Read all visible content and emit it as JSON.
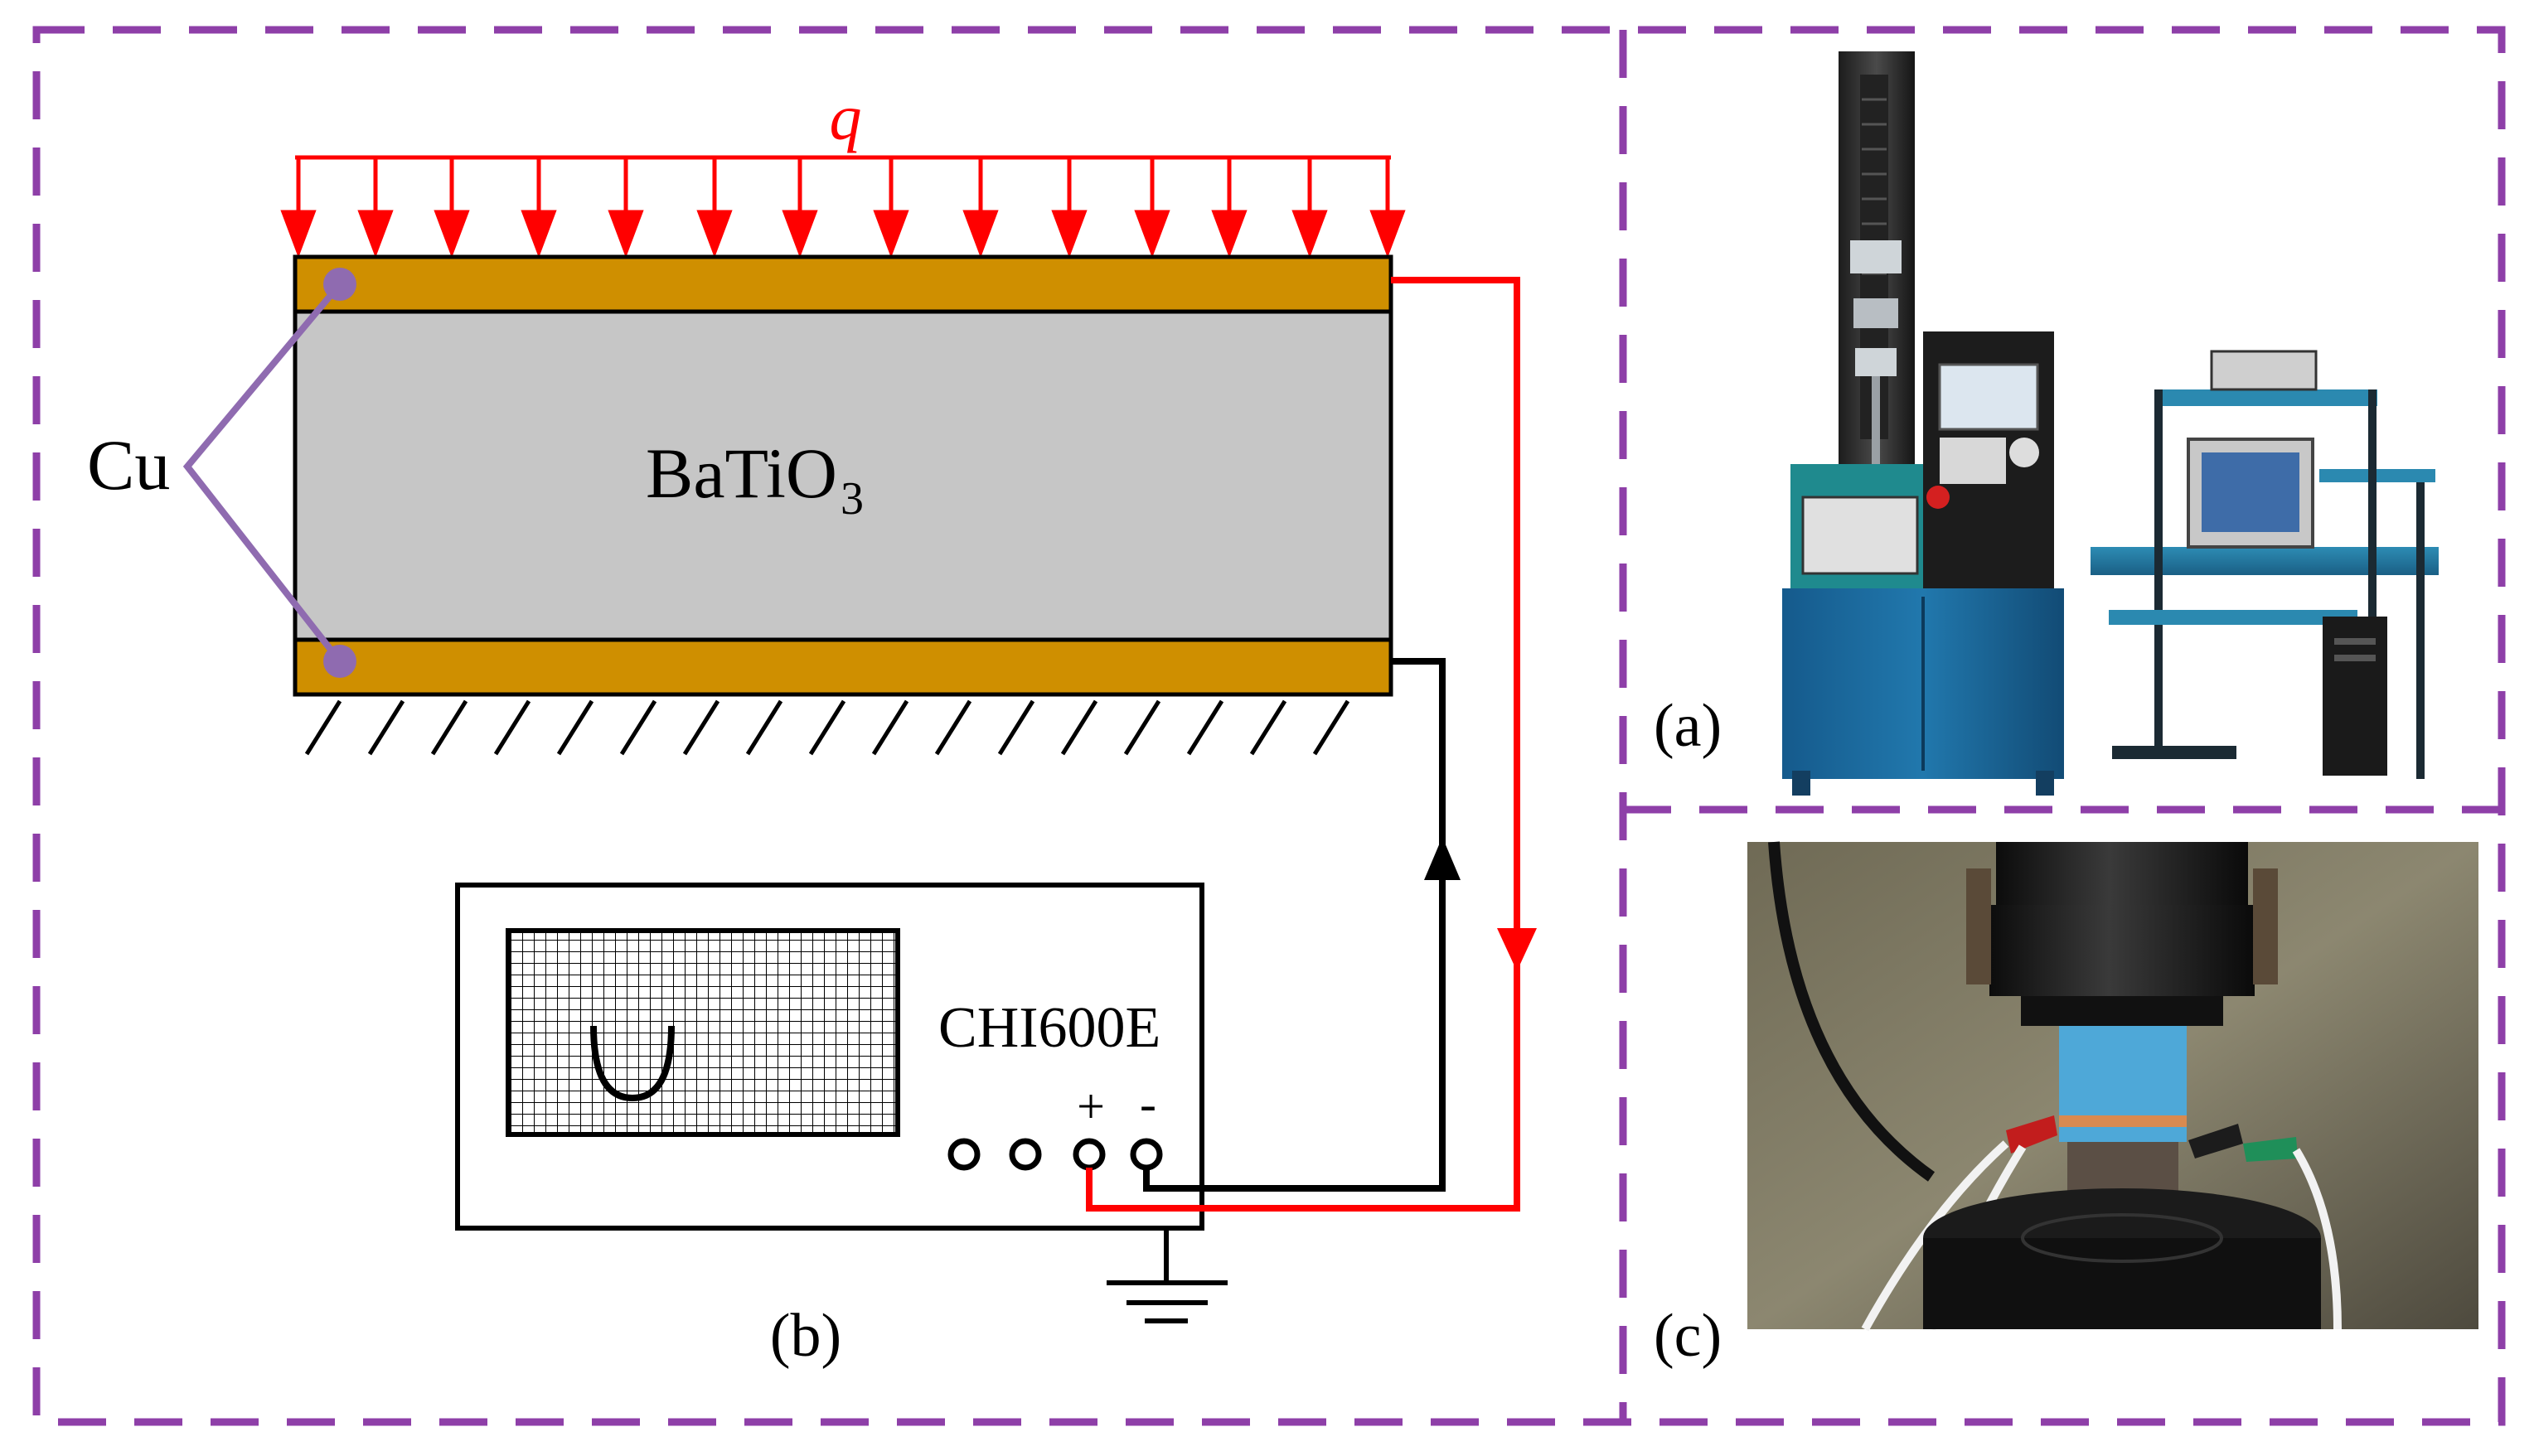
{
  "labels": {
    "load": "q",
    "electrode": "Cu",
    "specimen_main": "BaTiO",
    "specimen_sub": "3",
    "instrument": "CHI600E",
    "plus": "+",
    "minus": "-",
    "panel_a": "(a)",
    "panel_b": "(b)",
    "panel_c": "(c)"
  },
  "colors": {
    "frame": "#8e3fa8",
    "load": "#ff0000",
    "electrode": "#cf8f00",
    "ceramic": "#c6c6c6",
    "lead_positive": "#ff0000",
    "lead_negative": "#000000",
    "connector": "#8f6bb0"
  }
}
